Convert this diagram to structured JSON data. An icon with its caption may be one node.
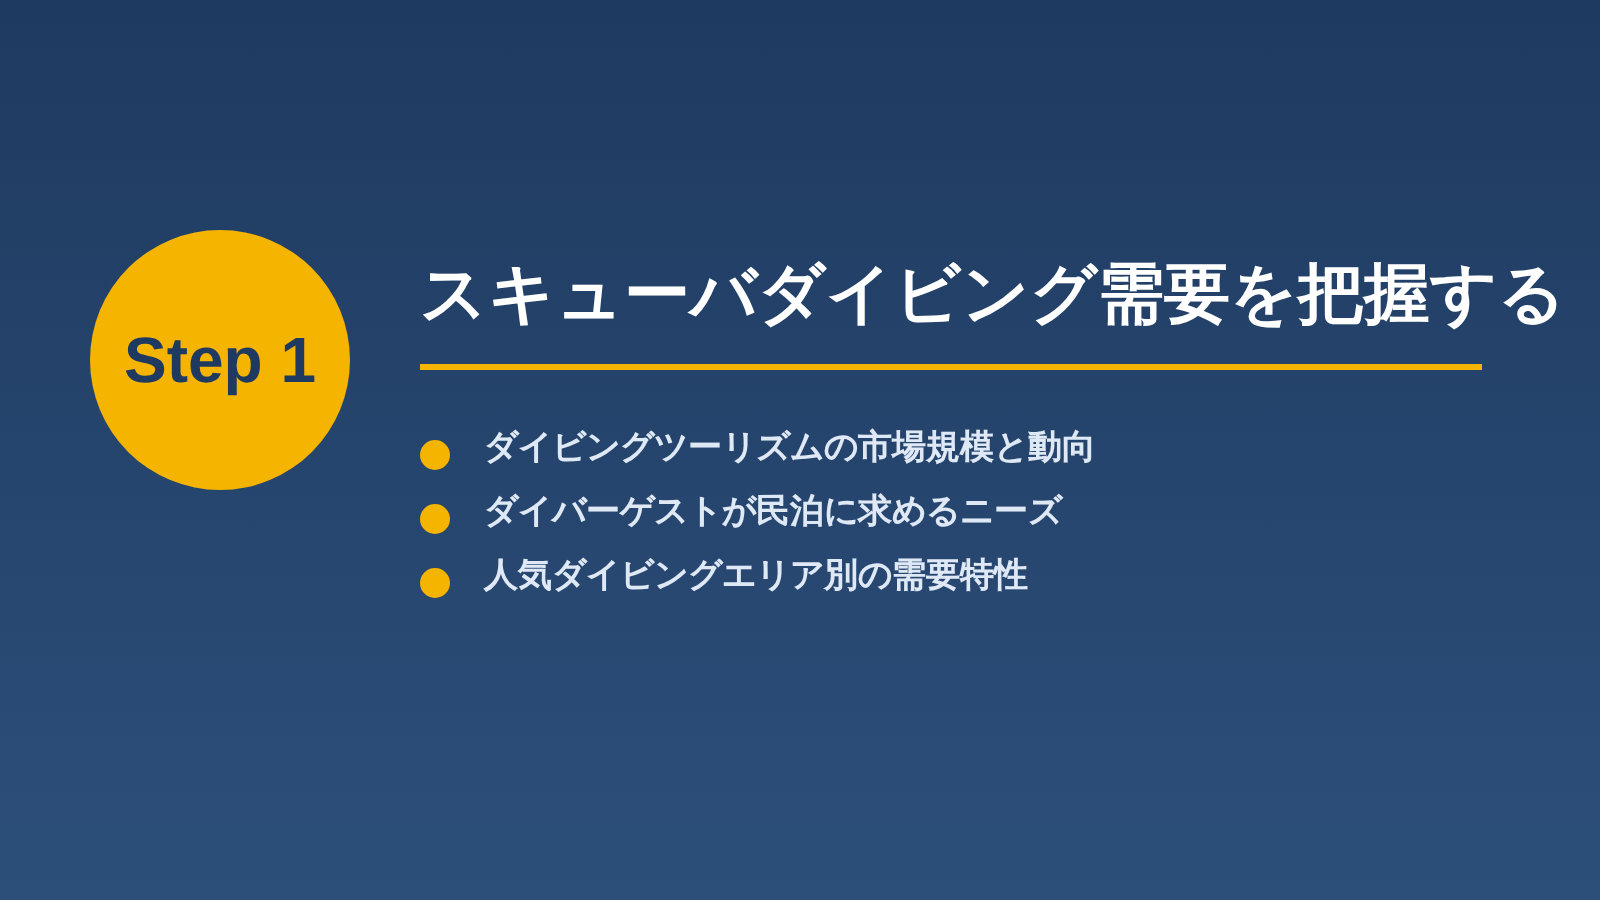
{
  "diagram": {
    "title": "スキューバダイビング需要を把握する",
    "nodes": [
      {
        "text": [
          "Step 1"
        ]
      }
    ],
    "labels": [
      "ダイビングツーリズムの市場規模と動向",
      "ダイバーゲストが民泊に求めるニーズ",
      "人気ダイビングエリア別の需要特性"
    ]
  }
}
